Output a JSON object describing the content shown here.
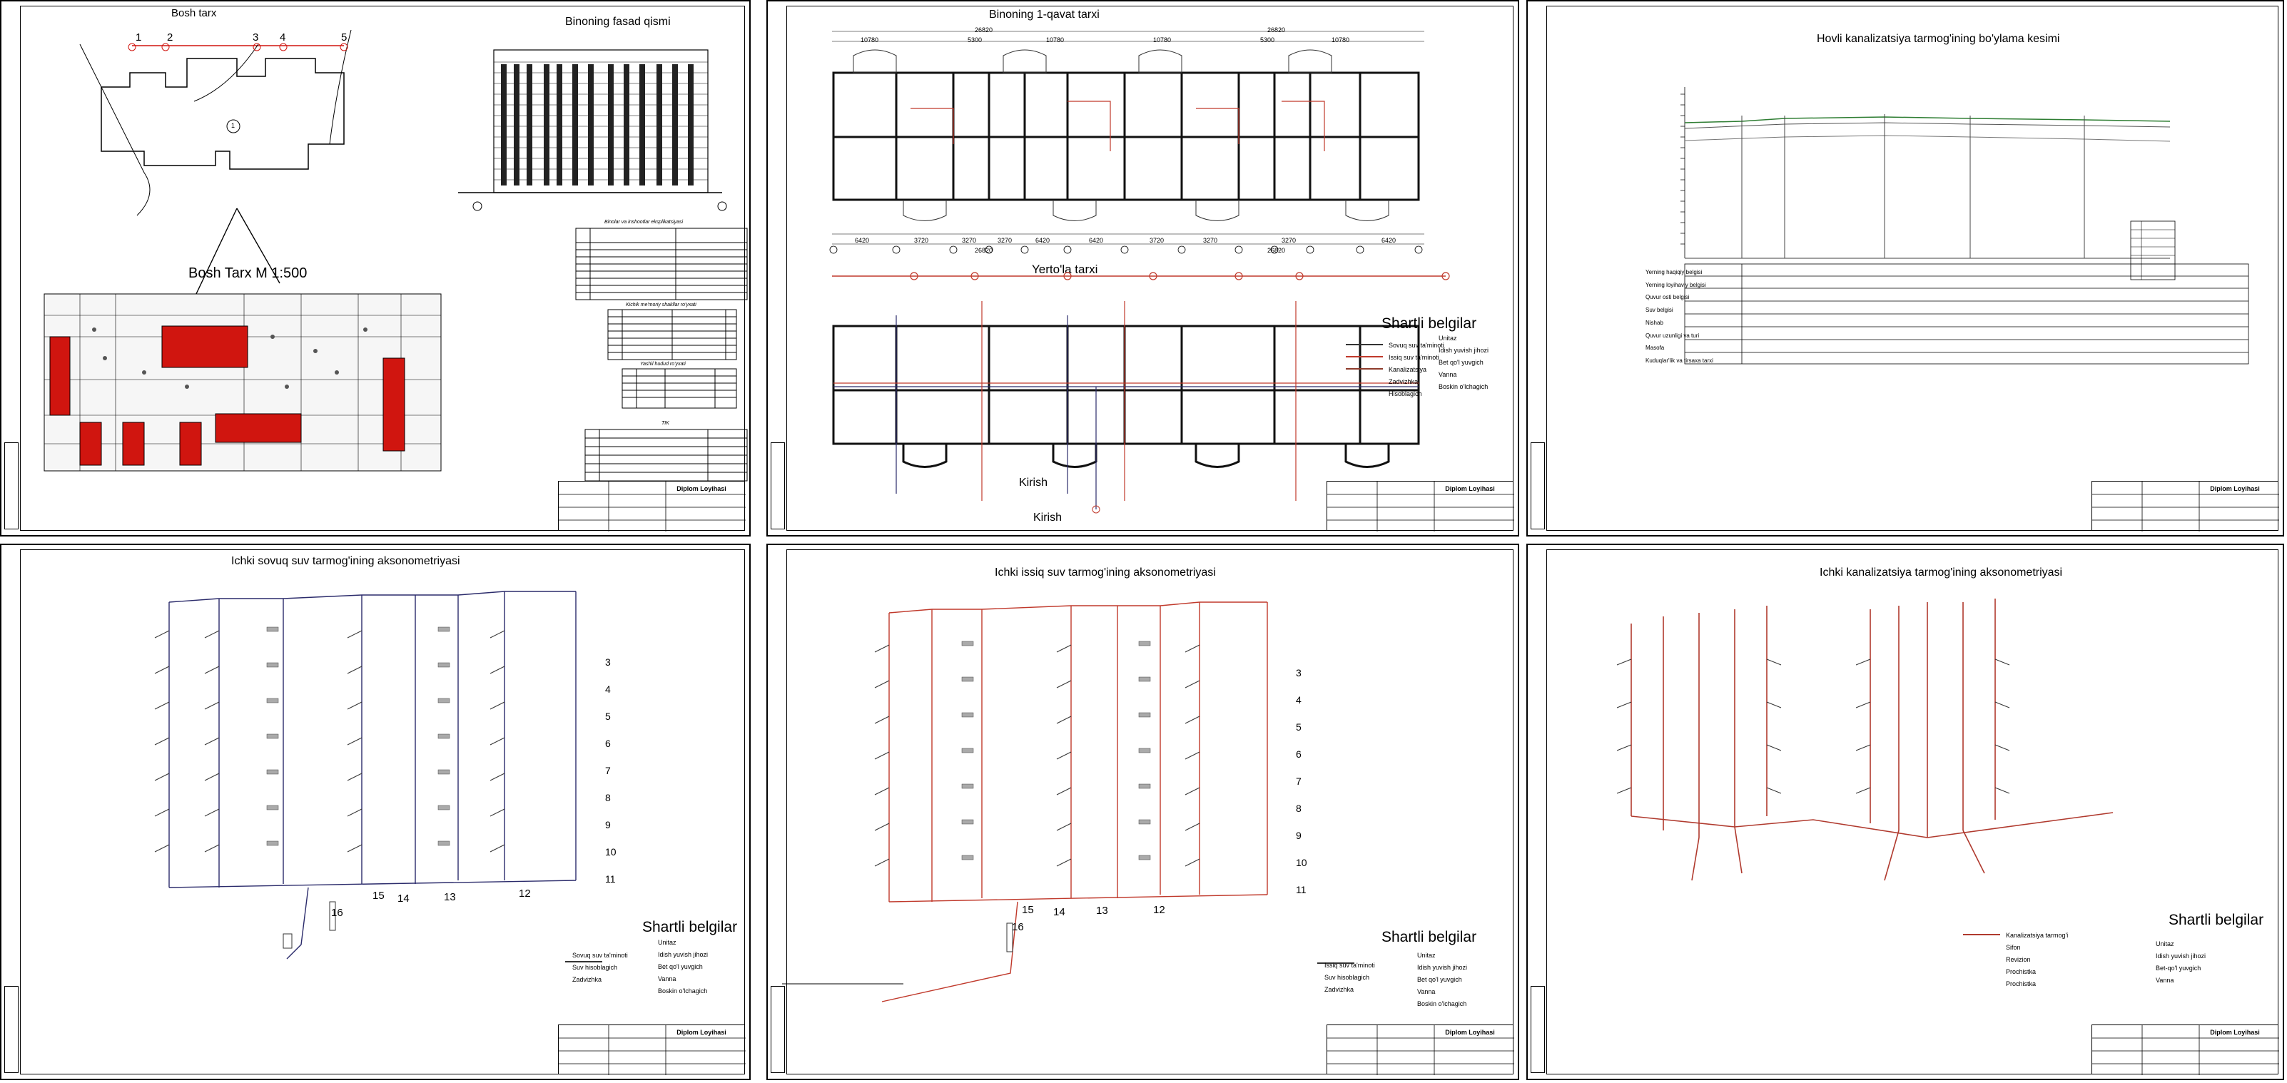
{
  "sheets": {
    "s1": {
      "title_general": "Bosh tarx",
      "title_facade": "Binoning fasad qismi",
      "title_plan500": "Bosh Tarx M 1:500",
      "axis_numbers": [
        "1",
        "2",
        "3",
        "4",
        "5"
      ],
      "circle_label": "1",
      "spec_title_1": "Binolar va inshootlar eksplikatsiyasi",
      "spec_title_2": "Kichik me'moriy shakllar ro'yxati",
      "spec_title_3": "Yashil hudud ro'yxati",
      "spec_title_4": "TIK",
      "tb_title": "Diplom Loyihasi"
    },
    "s2": {
      "title": "Binoning 1-qavat tarxi",
      "title_basement": "Yerto'la tarxi",
      "entry_1": "Kirish",
      "entry_2": "Kirish",
      "dims_top": [
        "26820",
        "26820"
      ],
      "dims_top_sub": [
        "10780",
        "5300",
        "10780",
        "10780",
        "5300",
        "10780"
      ],
      "dims_bottom": [
        "6420",
        "3720",
        "3270",
        "3270",
        "6420",
        "6420",
        "3720",
        "3270",
        "3270",
        "6420"
      ],
      "dims_bottom_total": [
        "26820",
        "26820"
      ],
      "legend_title": "Shartli belgilar",
      "legend": [
        {
          "label": "Sovuq suv ta'minoti",
          "color": "#333333"
        },
        {
          "label": "Issiq suv ta'minoti",
          "color": "#c0392b"
        },
        {
          "label": "Kanalizatsiya",
          "color": "#8e3b2b"
        },
        {
          "label": "Zadvizhka",
          "color": "#333333"
        },
        {
          "label": "Hisoblagich",
          "color": "#333333"
        }
      ],
      "legend_right": [
        "Unitaz",
        "Idish yuvish jihozi",
        "Bet qo'l yuvgich",
        "Vanna",
        "Boskin o'lchagich"
      ],
      "tb_title": "Diplom Loyihasi"
    },
    "s3": {
      "title": "Hovli kanalizatsiya tarmog'ining bo'ylama kesimi",
      "profile_rows": [
        "Yerning haqiqiy belgisi",
        "Yerning loyihaviy belgisi",
        "Quvur osti belgisi",
        "Suv belgisi",
        "Nishab",
        "Quvur uzunligi va turi",
        "Masofa",
        "Kuduqlar'lik va tirsaxa tarxi"
      ],
      "tb_title": "Diplom Loyihasi"
    },
    "s4": {
      "title": "Ichki sovuq suv tarmog'ining aksonometriyasi",
      "floor_numbers": [
        "3",
        "4",
        "5",
        "6",
        "7",
        "8",
        "9",
        "10",
        "11"
      ],
      "node_numbers": [
        "16",
        "15",
        "14",
        "13",
        "12"
      ],
      "legend_title": "Shartli belgilar",
      "legend": [
        "Sovuq suv ta'minoti",
        "Suv hisoblagich",
        "Zadvizhka"
      ],
      "legend_right": [
        "Unitaz",
        "Idish yuvish jihozi",
        "Bet qo'l yuvgich",
        "Vanna",
        "Boskin o'lchagich"
      ],
      "tb_title": "Diplom Loyihasi"
    },
    "s5": {
      "title": "Ichki issiq suv tarmog'ining aksonometriyasi",
      "floor_numbers": [
        "3",
        "4",
        "5",
        "6",
        "7",
        "8",
        "9",
        "10",
        "11"
      ],
      "node_numbers": [
        "16",
        "15",
        "14",
        "13",
        "12"
      ],
      "legend_title": "Shartli belgilar",
      "legend": [
        "Issiq suv ta'minoti",
        "Suv hisoblagich",
        "Zadvizhka"
      ],
      "legend_right": [
        "Unitaz",
        "Idish yuvish jihozi",
        "Bet qo'l yuvgich",
        "Vanna",
        "Boskin o'lchagich"
      ],
      "tb_title": "Diplom Loyihasi"
    },
    "s6": {
      "title": "Ichki kanalizatsiya tarmog'ining aksonometriyasi",
      "legend_title": "Shartli belgilar",
      "legend": [
        "Kanalizatsiya tarmog'i",
        "Sifon",
        "Revizion",
        "Prochistka",
        "Prochistka"
      ],
      "legend_right": [
        "Unitaz",
        "Idish yuvish jihozi",
        "Bet-qo'l yuvgich",
        "Vanna"
      ],
      "tb_title": "Diplom Loyihasi"
    }
  },
  "colors": {
    "cold_water": "#2b2b6b",
    "hot_water": "#c0392b",
    "sewer": "#b03a2e",
    "building_fill": "#d0150f",
    "profile_line": "#2e7d32"
  }
}
